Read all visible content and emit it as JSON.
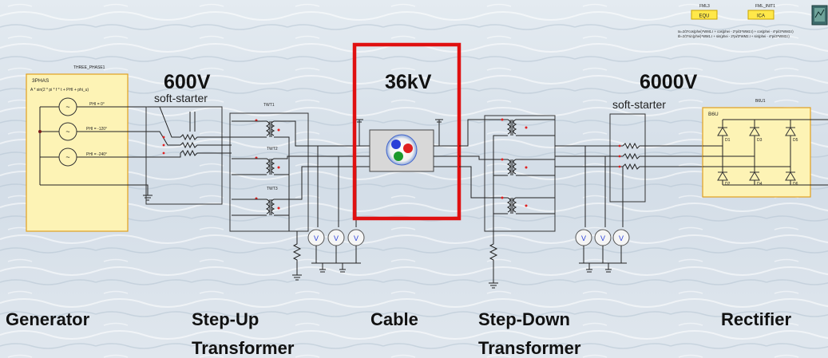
{
  "top_right": {
    "label_fml3": "FML3",
    "label_fml_init1": "FML_INIT1",
    "btn_equ": "EQU",
    "btn_ica": "ICA",
    "formula_1": "Ia=2/3*cos(phei)*WM1.I + cos(phei - 2*pi/3*WM2.I) + cos(phei - 4*pi/3*WM3.I)",
    "formula_2": "Ib=2/3*sin(phei)*WM1.I + sin(phei - 2*pi/3*WM2.I + sin(phei - 4*pi/3*WM3.I)"
  },
  "generator": {
    "title": "THREE_PHASE1",
    "type": "3PHAS",
    "equation": "A * sin(2 * pi * f * t + PHI + phi_u)",
    "phases": [
      "PHI = 0°",
      "PHI = -120°",
      "PHI = -240°"
    ]
  },
  "voltages": {
    "v1": "600V",
    "v2": "36kV",
    "v3": "6000V"
  },
  "soft_starter_1": "soft-starter",
  "soft_starter_2": "soft-starter",
  "transformer_labels": [
    "TWT1",
    "TWT2",
    "TWT3"
  ],
  "rectifier": {
    "title": "B6U1",
    "type": "B6U",
    "diodes": [
      "D1",
      "D3",
      "D5",
      "D2",
      "D4",
      "D6"
    ]
  },
  "sections": {
    "generator": "Generator",
    "step_up_1": "Step-Up",
    "step_up_2": "Transformer",
    "cable": "Cable",
    "step_down_1": "Step-Down",
    "step_down_2": "Transformer",
    "rectifier": "Rectifier"
  },
  "colors": {
    "highlight": "#e01010",
    "block_fill": "#fdf3b5",
    "block_border": "#e0a020",
    "button_fill": "#ffe84a",
    "cable_blue": "#2a3fd8",
    "cable_red": "#e02020",
    "cable_green": "#1c9a2c",
    "water": "#d5dfe8"
  }
}
